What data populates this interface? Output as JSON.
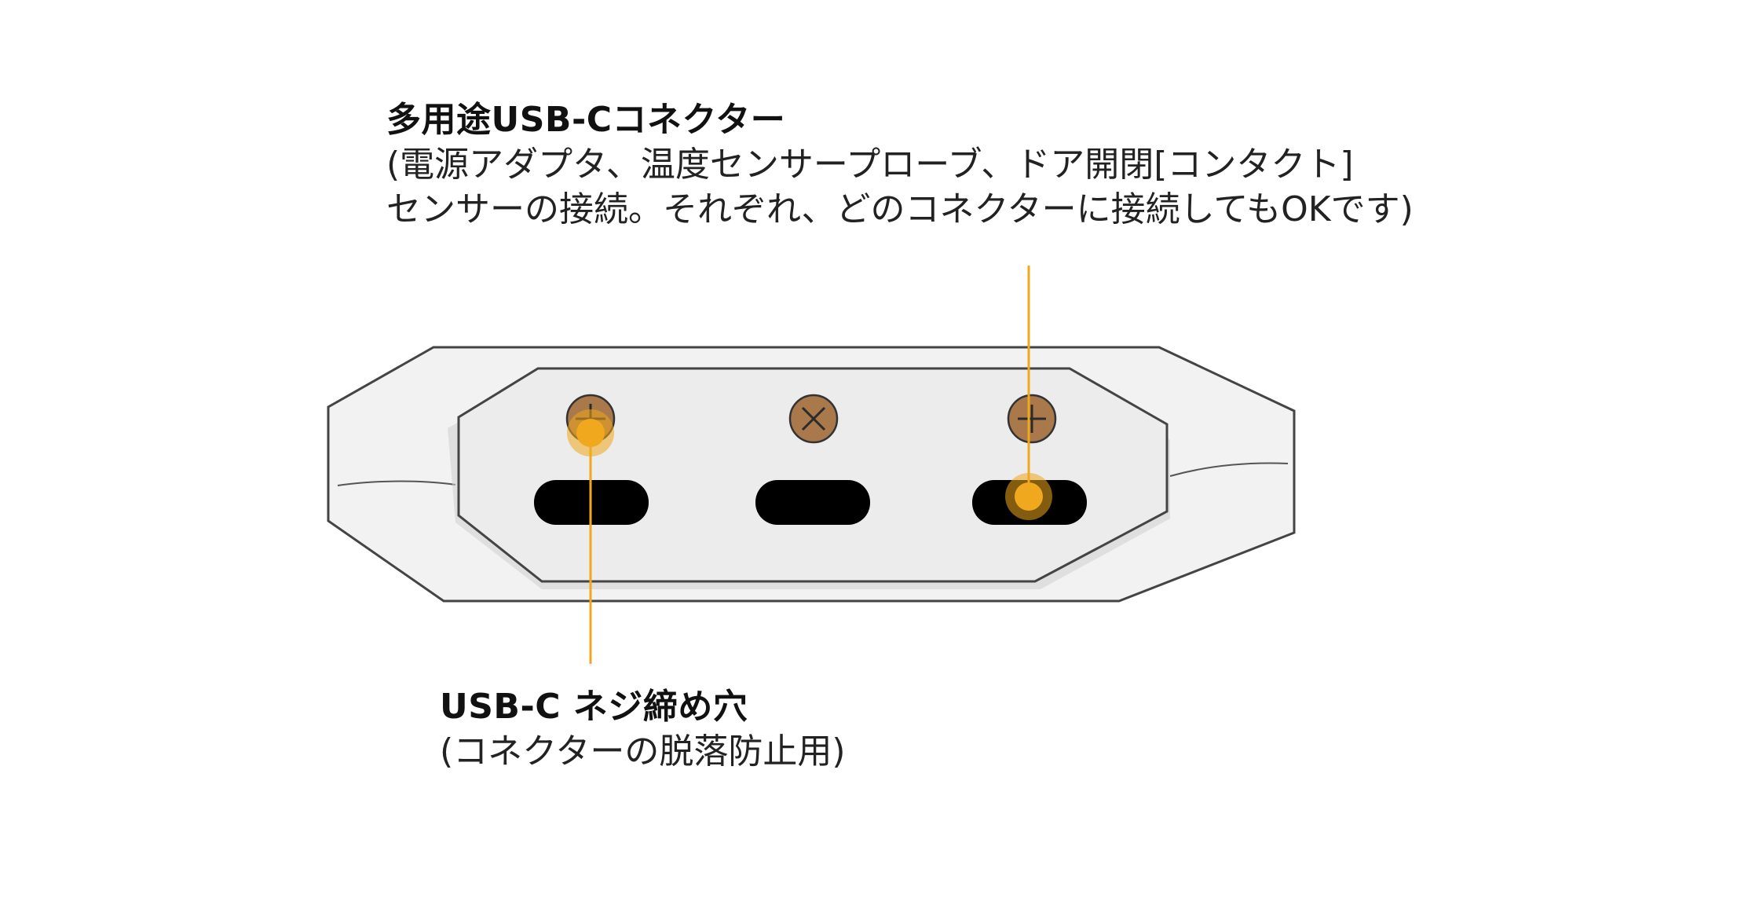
{
  "labels": {
    "connector": {
      "title": "多用途USB-Cコネクター",
      "desc_lines": [
        "(電源アダプタ、温度センサープローブ、ドア開閉[コンタクト]",
        "センサーの接続。それぞれ、どのコネクターに接続してもOKです)"
      ]
    },
    "screw": {
      "title": "USB-C ネジ締め穴",
      "desc_lines": [
        "(コネクターの脱落防止用)"
      ]
    }
  },
  "colors": {
    "callout": "#f0a81e",
    "screw_head": "#a9784b",
    "port": "#000000",
    "panel": "#ececec",
    "body": "#f2f2f2",
    "outline": "#444444"
  },
  "device": {
    "port_count": 3,
    "screw_count": 3
  }
}
